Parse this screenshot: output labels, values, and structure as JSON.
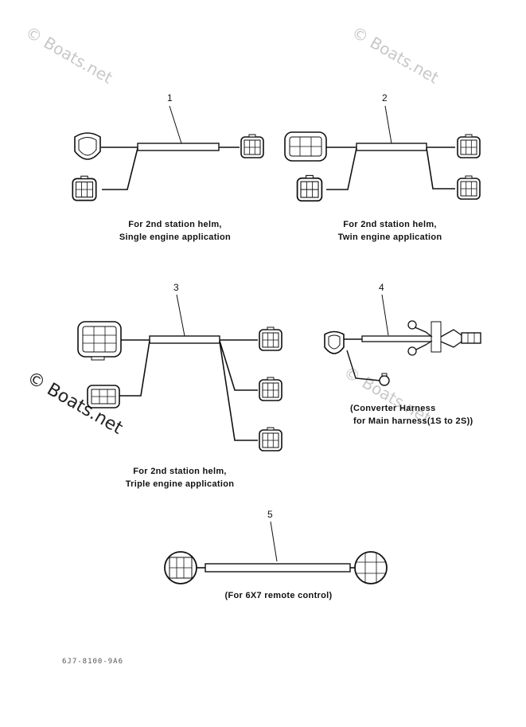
{
  "watermark": "© Boats.net",
  "items": [
    {
      "number": "1",
      "caption_line1": "For 2nd station helm,",
      "caption_line2": "Single engine application"
    },
    {
      "number": "2",
      "caption_line1": "For 2nd station helm,",
      "caption_line2": "Twin engine application"
    },
    {
      "number": "3",
      "caption_line1": "For 2nd station helm,",
      "caption_line2": "Triple engine application"
    },
    {
      "number": "4",
      "caption_line1": "(Converter Harness",
      "caption_line2": "for Main harness(1S to 2S))"
    },
    {
      "number": "5",
      "caption_line1": "(For 6X7 remote control)",
      "caption_line2": ""
    }
  ],
  "diagram_code": "6J7-8100-9A6"
}
